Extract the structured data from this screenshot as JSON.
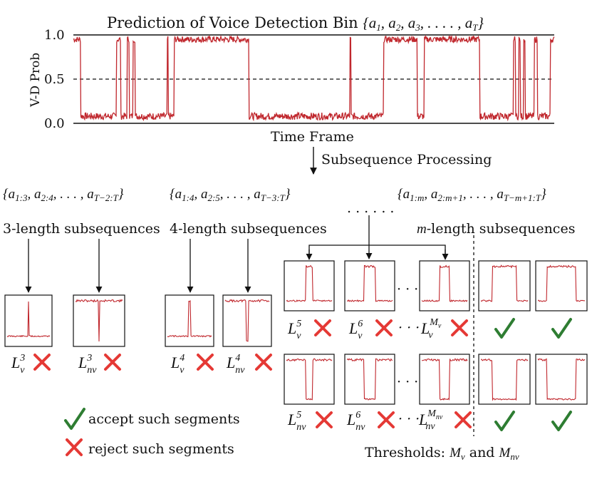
{
  "title": "Prediction of Voice Detection Bin {a1, a2, a3, . . . . , aT}",
  "chart_data": {
    "type": "line",
    "title": "Prediction of Voice Detection Bin {a1, a2, a3, . . . . , aT}",
    "xlabel": "Time Frame",
    "ylabel": "V-D Prob",
    "ylim": [
      0,
      1
    ],
    "yticks": [
      "0.0",
      "0.5",
      "1.0"
    ],
    "threshold": 0.5,
    "series_color": "#c0272d",
    "segments": [
      [
        0.0,
        1
      ],
      [
        1.5,
        0
      ],
      [
        9.0,
        1
      ],
      [
        9.8,
        0
      ],
      [
        11.2,
        1
      ],
      [
        11.6,
        0
      ],
      [
        12.4,
        1
      ],
      [
        12.8,
        0
      ],
      [
        19.5,
        1
      ],
      [
        19.7,
        0
      ],
      [
        21.0,
        1
      ],
      [
        36.5,
        0
      ],
      [
        57.5,
        1
      ],
      [
        57.7,
        0
      ],
      [
        64.5,
        1
      ],
      [
        71.5,
        0
      ],
      [
        73.0,
        1
      ],
      [
        84.5,
        0
      ],
      [
        91.5,
        1
      ],
      [
        92.0,
        0
      ],
      [
        92.6,
        1
      ],
      [
        93.0,
        0
      ],
      [
        93.6,
        1
      ],
      [
        94.0,
        0
      ],
      [
        95.8,
        1
      ],
      [
        96.5,
        0
      ],
      [
        99.2,
        1
      ],
      [
        100,
        1
      ]
    ]
  },
  "flow": {
    "step_label": "Subsequence Processing",
    "set3": "{a1:3, a2:4, . . . , aT−2:T}",
    "set4": "{a1:4, a2:5, . . . , aT−3:T}",
    "setm": "{a1:m, a2:m+1, . . . , aT−m+1:T}",
    "ellipsis": ". . . . . .",
    "sub3": "3-length subsequences",
    "sub4": "4-length subsequences",
    "subm": "m-length subsequences"
  },
  "labels": {
    "l3v": "L3v",
    "l3nv": "L3nv",
    "l4v": "L4v",
    "l4nv": "L4nv",
    "l5v": "L5v",
    "l6v": "L6v",
    "lmv": "LMvv",
    "l5nv": "L5nv",
    "l6nv": "L6nv",
    "lmnv": "LMnvnv",
    "dots": "· · ·"
  },
  "legend": {
    "accept": "accept such segments",
    "reject": "reject such segments"
  },
  "thresholds": "Thresholds: Mv and Mnv",
  "colors": {
    "accept": "#2e7d32",
    "reject": "#e53935",
    "signal": "#c0272d"
  }
}
